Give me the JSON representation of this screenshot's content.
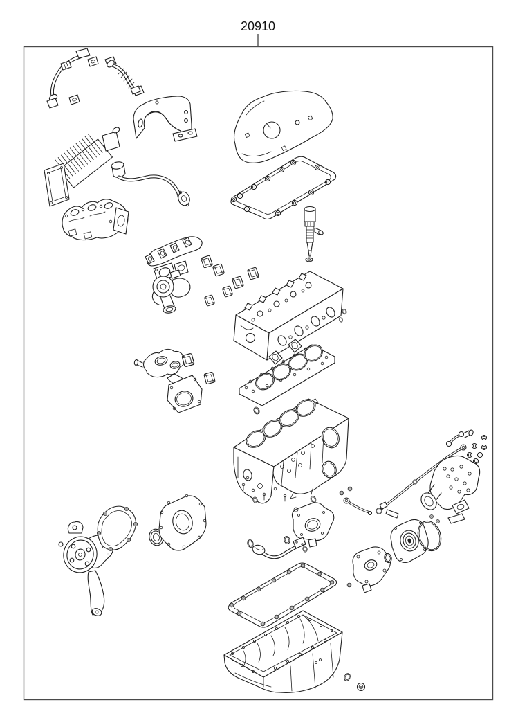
{
  "diagram": {
    "callout": "20910",
    "kind": "exploded-parts-diagram",
    "subject": "Engine overhaul gasket kit exploded view",
    "colors": {
      "line": "#1f1f1f",
      "border": "#4a4a4a",
      "background": "#ffffff"
    },
    "parts": [
      "egr-pipe-a",
      "egr-pipe-b",
      "pipe-flange-gaskets",
      "engine-mount-bracket",
      "egr-cooler",
      "water-hose-assembly",
      "intake-manifold",
      "rocker-cover",
      "rocker-cover-gasket",
      "fuel-injector",
      "injector-washer",
      "exhaust-manifold",
      "exhaust-flange-gasket",
      "turbocharger-front",
      "port-gaskets",
      "cylinder-head",
      "valve-stem-seals",
      "cylinder-head-gasket",
      "water-outlet-housing",
      "thermostat-housing",
      "housing-gaskets",
      "cylinder-block",
      "core-plugs",
      "front-case",
      "oil-feed-pipes",
      "banjo-washers",
      "turbocharger-rear",
      "water-pump",
      "water-pump-gasket",
      "crankshaft-oil-seal",
      "front-plate",
      "oil-pickup-tube",
      "oil-pan-gasket",
      "oil-pan",
      "oil-pump",
      "rear-seal-plate",
      "o-ring-large",
      "o-ring-small",
      "drain-plug-gasket"
    ]
  }
}
